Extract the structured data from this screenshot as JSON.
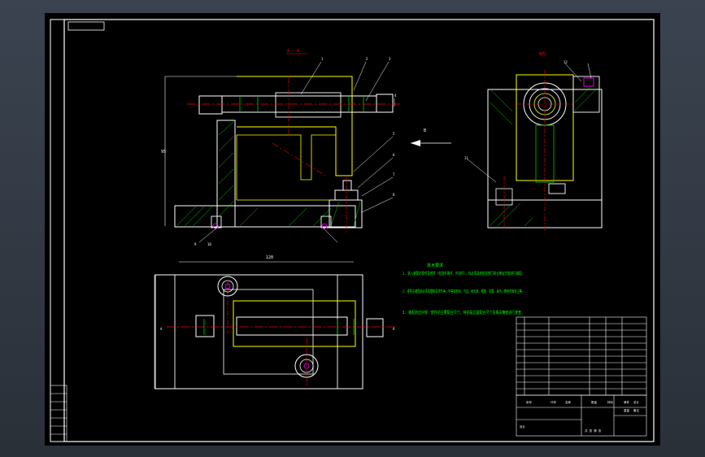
{
  "drawing": {
    "view_a_label": "A — A",
    "view_b_label": "B向",
    "arrow_label": "B",
    "balloons": [
      "1",
      "2",
      "3",
      "4",
      "5",
      "6",
      "7",
      "8",
      "9",
      "10",
      "11",
      "12"
    ],
    "dim_height": "95",
    "dim_width": "120",
    "section_a": "A"
  },
  "tech_requirements": {
    "title": "技术要求",
    "lines": [
      "1. 进入装配的零件及部件（包括外购件、外协件），均必须具有检验部门的合格证方能进行装配。",
      "2. 零件在装配前必须清理和清洗干净，不得有毛刺、飞边、氧化皮、锈蚀、切屑、油污、着色剂和灰尘等。",
      "3. 装配前应对零、部件的主要配合尺寸，特别是过盈配合尺寸及相关精度进行复查。"
    ]
  },
  "title_block": {
    "headers": [
      "序号",
      "代号",
      "名称",
      "数量",
      "材料",
      "单件",
      "总计",
      "重量",
      "备注"
    ],
    "school": "设计",
    "sheet": "共 张 第 张"
  }
}
